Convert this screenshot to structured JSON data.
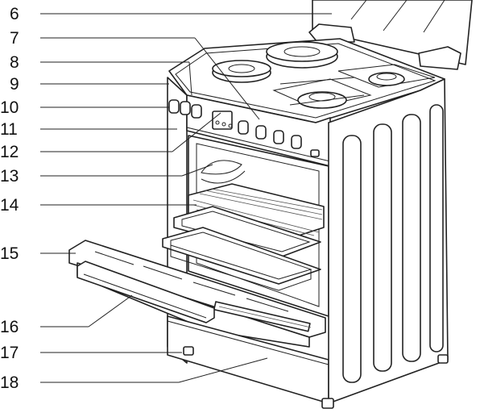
{
  "diagram": {
    "labels": [
      "6",
      "7",
      "8",
      "9",
      "10",
      "11",
      "12",
      "13",
      "14",
      "15",
      "16",
      "17",
      "18"
    ]
  }
}
